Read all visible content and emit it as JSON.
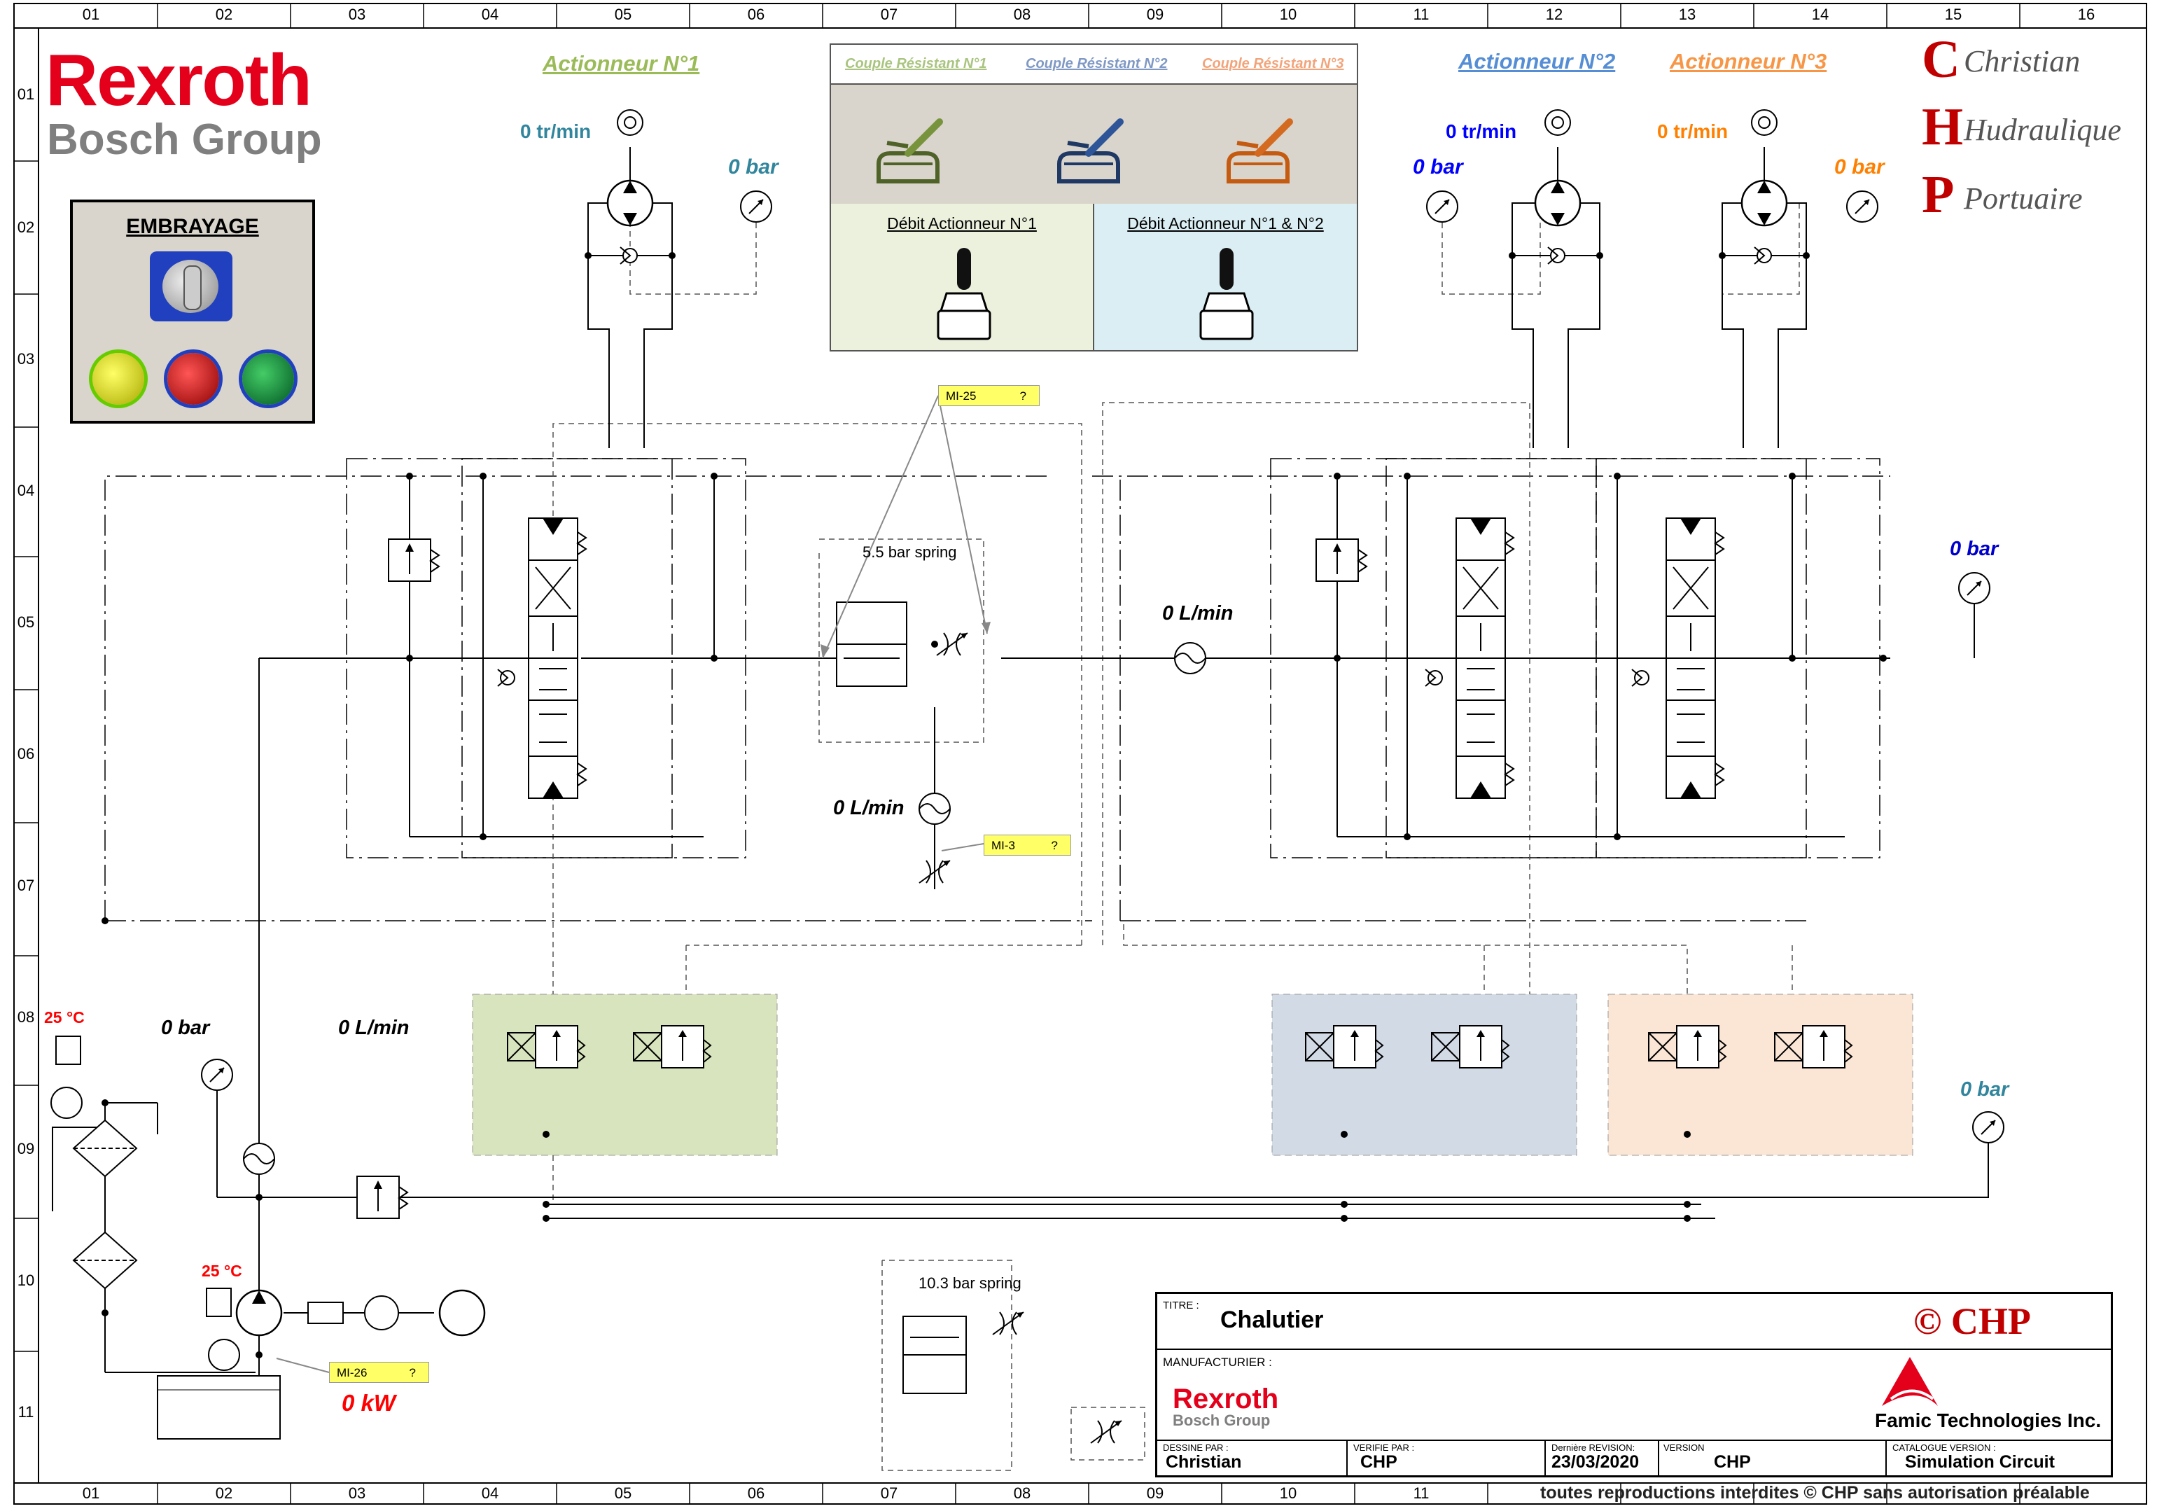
{
  "grid": {
    "columns": [
      "01",
      "02",
      "03",
      "04",
      "05",
      "06",
      "07",
      "08",
      "09",
      "10",
      "11",
      "12",
      "13",
      "14",
      "15",
      "16"
    ],
    "rows": [
      "01",
      "02",
      "03",
      "04",
      "05",
      "06",
      "07",
      "08",
      "09",
      "10",
      "11"
    ]
  },
  "brand": {
    "name": "Rexroth",
    "group": "Bosch Group",
    "color": "#e4001b"
  },
  "chp_logo": {
    "line1": "Christian",
    "line2": "Hudraulique",
    "line3": "Portuaire",
    "initials": [
      "C",
      "H",
      "P"
    ]
  },
  "clutch_panel": {
    "title": "EMBRAYAGE",
    "lamps": [
      "yellow",
      "red",
      "green"
    ]
  },
  "load_panel": {
    "couples": [
      {
        "label": "Couple Résistant N°1",
        "color": "#a9c47f"
      },
      {
        "label": "Couple Résistant N°2",
        "color": "#7f98c4"
      },
      {
        "label": "Couple Résistant N°3",
        "color": "#f2a37a"
      }
    ],
    "flow1": "Débit Actionneur N°1",
    "flow12": "Débit Actionneur N°1 & N°2"
  },
  "actuators": [
    {
      "label": "Actionneur N°1",
      "speed": "0 tr/min",
      "pressure": "0 bar",
      "label_color": "#9bbb59",
      "speed_color": "#31859c",
      "pressure_color": "#31859c"
    },
    {
      "label": "Actionneur N°2",
      "speed": "0 tr/min",
      "pressure": "0 bar",
      "label_color": "#558ed5",
      "speed_color": "#0000ff",
      "pressure_color": "#0000ff"
    },
    {
      "label": "Actionneur N°3",
      "speed": "0 tr/min",
      "pressure": "0 bar",
      "label_color": "#f79646",
      "speed_color": "#ff8000",
      "pressure_color": "#ff8000"
    }
  ],
  "readings": {
    "main_flow": "0 L/min",
    "branch_flow": "0 L/min",
    "pump_pressure": "0 bar",
    "pump_flow": "0 L/min",
    "right_pressure_top": "0 bar",
    "right_pressure_bottom": "0 bar",
    "oil_temp_1": "25 °C",
    "oil_temp_2": "25 °C",
    "power": "0 kW"
  },
  "springs": {
    "spring_a": "5.5 bar spring",
    "spring_b": "10.3 bar spring"
  },
  "notes": [
    {
      "id": "MI-25",
      "value": "?"
    },
    {
      "id": "MI-3",
      "value": "?"
    },
    {
      "id": "MI-26",
      "value": "?"
    }
  ],
  "title_block": {
    "titre_label": "TITRE :",
    "titre": "Chalutier",
    "copyright": "© CHP",
    "manufacturier_label": "MANUFACTURIER :",
    "manufacturer_logo": "Rexroth",
    "manufacturer_group": "Bosch Group",
    "famic": "Famic Technologies Inc.",
    "dessine_label": "DESSINE PAR :",
    "dessine": "Christian",
    "verifie_label": "VERIFIE PAR :",
    "verifie": "CHP",
    "revision_label": "Dernière REVISION:",
    "revision": "23/03/2020",
    "version_label": "VERSION",
    "version": "CHP",
    "catalogue_label": "CATALOGUE VERSION :",
    "catalogue": "Simulation Circuit",
    "footer": "toutes reproductions interdites © CHP sans autorisation préalable"
  },
  "colors": {
    "zone_green": "#d7e4bd",
    "zone_blue": "#d2dae6",
    "zone_orange": "#fbe5d5",
    "panel_grey": "#d9d5cc",
    "panel_green": "#ebf1dd",
    "panel_blue": "#dbeef3",
    "temp_red": "#ff0000"
  }
}
